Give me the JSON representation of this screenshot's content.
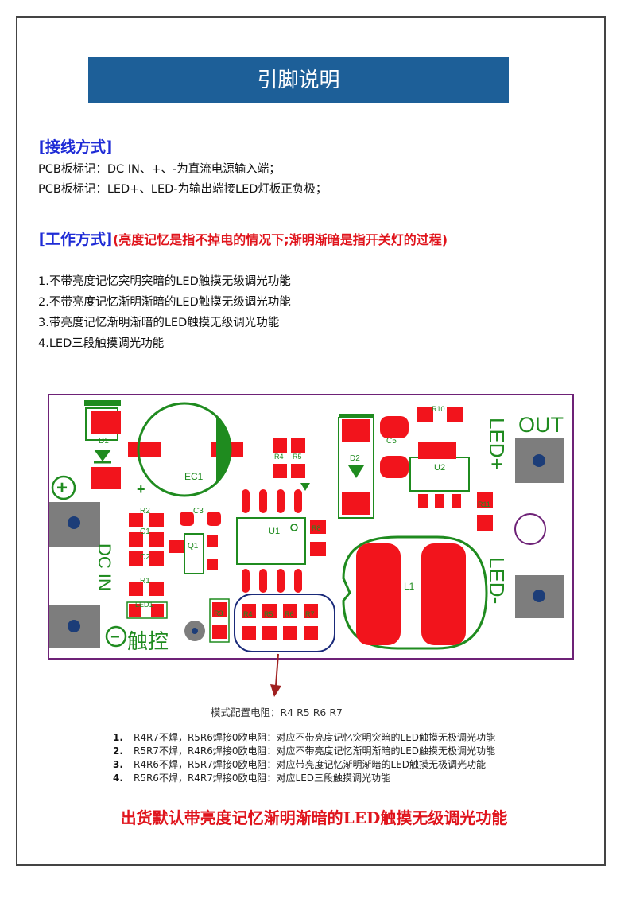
{
  "header": {
    "title": "引脚说明"
  },
  "wiring": {
    "title": "[接线方式]",
    "lines": [
      "PCB板标记：DC IN、+、-为直流电源输入端；",
      "PCB板标记：LED+、LED-为输出端接LED灯板正负极；"
    ]
  },
  "work": {
    "title": "[工作方式]",
    "note": "(亮度记忆是指不掉电的情况下;渐明渐暗是指开关灯的过程)",
    "modes": [
      "1.不带亮度记忆突明突暗的LED触摸无级调光功能",
      "2.不带亮度记忆渐明渐暗的LED触摸无级调光功能",
      "3.带亮度记忆渐明渐暗的LED触摸无级调光功能",
      "4.LED三段触摸调光功能"
    ]
  },
  "pcb": {
    "out_label": "OUT",
    "led_plus": "LED+",
    "led_minus": "LED-",
    "dc_in": "DC IN",
    "plus_symbol": "+",
    "touch_label": "触控",
    "minus_symbol": "−",
    "refs": {
      "d1": "D1",
      "ec1": "EC1",
      "r4": "R4",
      "r5": "R5",
      "d2": "D2",
      "c5": "C5",
      "r10": "R10",
      "u2": "U2",
      "r11": "R11",
      "r2": "R2",
      "c3": "C3",
      "c1": "C1",
      "q1": "Q1",
      "c2": "C2",
      "u1": "U1",
      "r8": "R8",
      "r1": "R1",
      "led1": "LED1",
      "r3": "R3",
      "r4b": "R4",
      "r5b": "R5",
      "r6": "R6",
      "r7": "R7",
      "l1": "L1"
    },
    "colors": {
      "board": "#6e2277",
      "pad": "#f2141c",
      "silk": "#1f8b1f",
      "grey": "#7d7d7d",
      "highlight": "#1a2a7a"
    }
  },
  "config": {
    "caption": "模式配置电阻：R4 R5 R6 R7",
    "rows": [
      {
        "num": "1.",
        "text": "R4R7不焊，R5R6焊接0欧电阻：对应不带亮度记忆突明突暗的LED触摸无极调光功能"
      },
      {
        "num": "2.",
        "text": "R5R7不焊，R4R6焊接0欧电阻：对应不带亮度记忆渐明渐暗的LED触摸无极调光功能"
      },
      {
        "num": "3.",
        "text": "R4R6不焊，R5R7焊接0欧电阻：对应带亮度记忆渐明渐暗的LED触摸无极调光功能"
      },
      {
        "num": "4.",
        "text": "R5R6不焊，R4R7焊接0欧电阻：对应LED三段触摸调光功能"
      }
    ]
  },
  "footer": {
    "text": "出货默认带亮度记忆渐明渐暗的LED触摸无级调光功能"
  }
}
